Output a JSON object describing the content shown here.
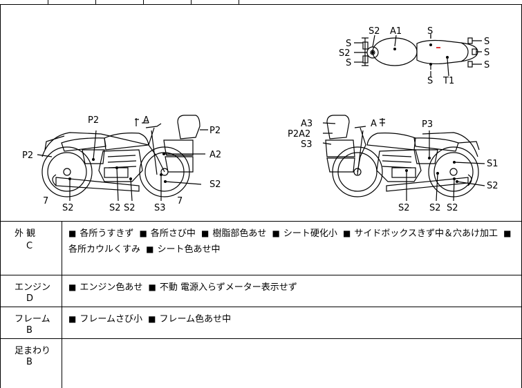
{
  "sections": [
    {
      "name": "外 観",
      "grade": "C",
      "items": [
        "各所うすきず",
        "各所さび中",
        "樹脂部色あせ",
        "シート硬化小",
        "サイドボックスきず中＆穴あけ加工",
        "各所カウルくすみ",
        "シート色あせ中"
      ]
    },
    {
      "name": "エンジン",
      "grade": "D",
      "items": [
        "エンジン色あせ",
        "不動 電源入らずメーター表示せず"
      ]
    },
    {
      "name": "フレーム",
      "grade": "B",
      "items": [
        "フレームさび小",
        "フレーム色あせ中"
      ]
    },
    {
      "name": "足まわり",
      "grade": "B",
      "items": []
    }
  ],
  "bullet": "■",
  "diagram": {
    "top_view": {
      "labels": [
        "S2",
        "A1",
        "S",
        "S",
        "S2",
        "S",
        "S",
        "S",
        "S",
        "S",
        "T1"
      ]
    },
    "left_view": {
      "labels": [
        "P2",
        "A",
        "P2",
        "P2",
        "A2",
        "S2",
        "7",
        "7",
        "S2",
        "S2",
        "S2",
        "S3"
      ]
    },
    "right_view": {
      "labels": [
        "A3",
        "A",
        "P2A2",
        "P3",
        "S3",
        "S1",
        "S2",
        "S2",
        "S2",
        "S2"
      ]
    }
  }
}
